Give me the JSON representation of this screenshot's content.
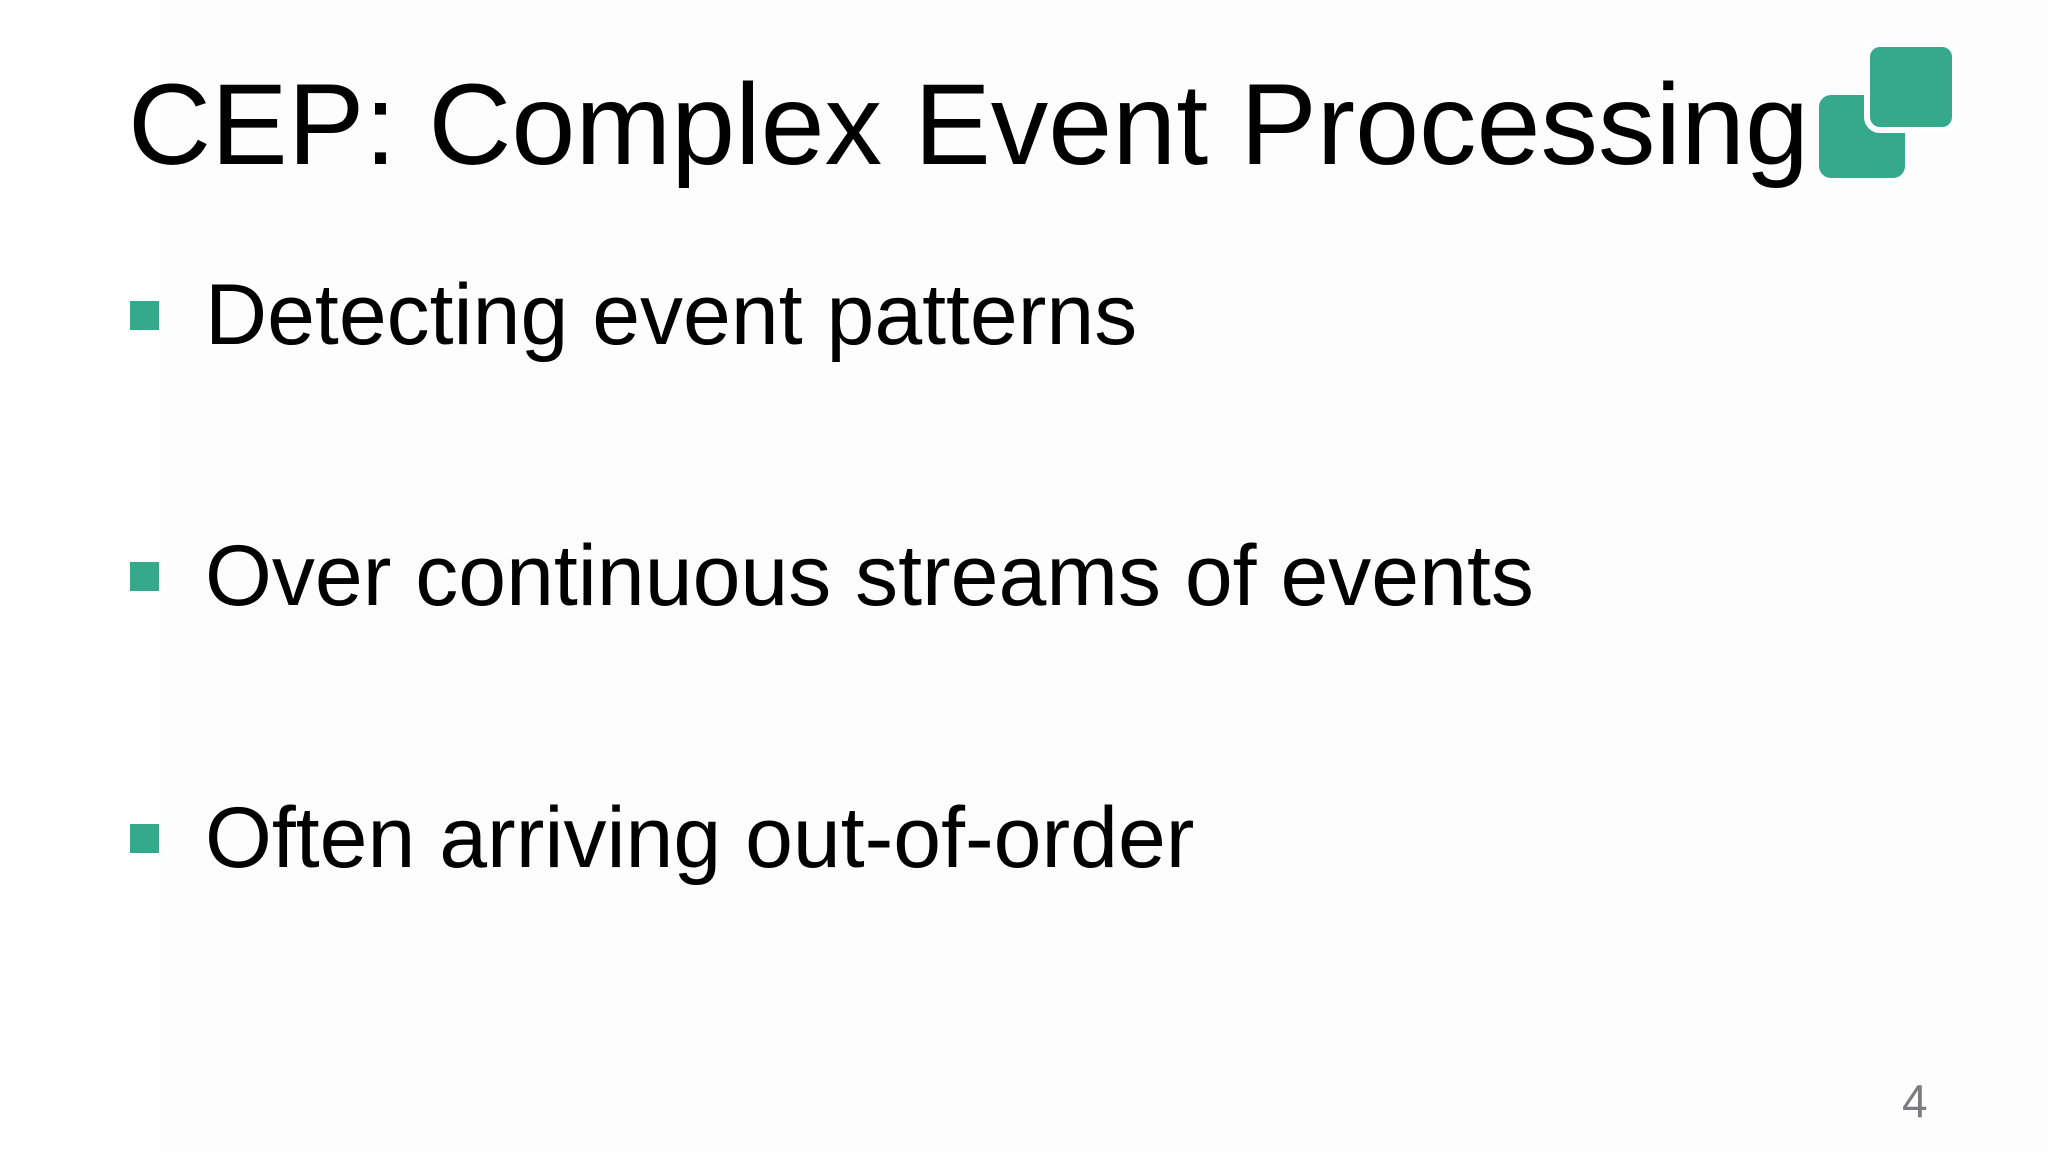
{
  "slide": {
    "title": "CEP: Complex Event Processing",
    "bullets": [
      "Detecting event patterns",
      "Over continuous streams of events",
      "Often arriving out-of-order"
    ],
    "page_number": "4",
    "icons": {
      "logo": "two-overlapping-rounded-squares-icon",
      "bullet_marker": "square-bullet-icon"
    },
    "colors": {
      "accent_teal": "#35a98c",
      "text": "#000000",
      "page_number_gray": "#7c7c80",
      "background": "#ffffff"
    }
  }
}
